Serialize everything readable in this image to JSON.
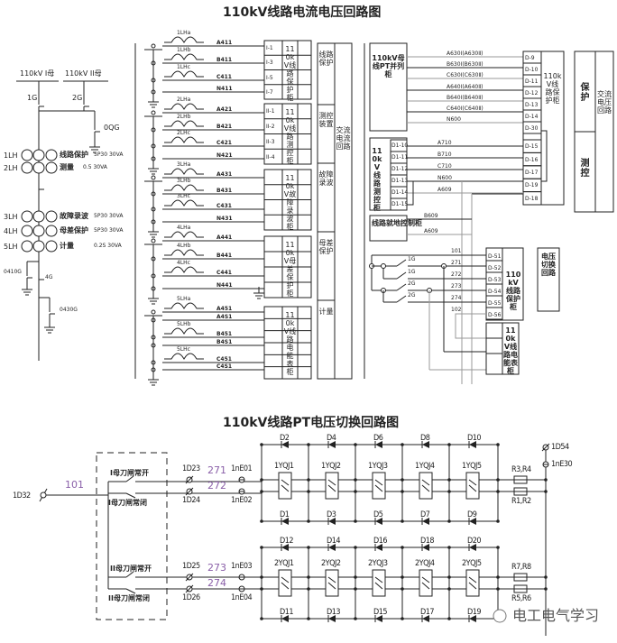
{
  "titles": {
    "main": "110kV线路电流电压回路图",
    "pt": "110kV线路PT电压切换回路图"
  },
  "single_line": {
    "bus1": "110kV I母",
    "bus2": "110kV II母",
    "sw1": "1G",
    "sw2": "2G",
    "sw0": "0QG",
    "ct": [
      {
        "id": "1LH",
        "desc": "线路保护",
        "spec": "5P30 30VA"
      },
      {
        "id": "2LH",
        "desc": "测量",
        "spec": "0.5 30VA"
      },
      {
        "id": "3LH",
        "desc": "故障录波",
        "spec": "5P30 30VA"
      },
      {
        "id": "4LH",
        "desc": "母差保护",
        "spec": "5P30 30VA"
      },
      {
        "id": "5LH",
        "desc": "计量",
        "spec": "0.2S 30VA"
      }
    ],
    "sw4": "4G",
    "sw0410": "0410G",
    "sw0430": "0430G"
  },
  "ct_groups": [
    {
      "coils": [
        "1LHa",
        "1LHb",
        "1LHc"
      ],
      "wires": [
        "A411",
        "B411",
        "C411",
        "N411"
      ],
      "terms": [
        "I-1",
        "I-3",
        "I-5",
        "I-7"
      ],
      "cabinet": "110kV线路保护柜",
      "function": "线路保护"
    },
    {
      "coils": [
        "2LHa",
        "2LHb",
        "2LHc"
      ],
      "wires": [
        "A421",
        "B421",
        "C421",
        "N421"
      ],
      "terms": [
        "II-1",
        "II-2",
        "II-3",
        "II-4"
      ],
      "cabinet": "110kV线路测控柜",
      "function": "测控装置"
    },
    {
      "coils": [
        "3LHa",
        "3LHb",
        "3LHc"
      ],
      "wires": [
        "A431",
        "B431",
        "C431",
        "N431"
      ],
      "terms": [
        "",
        "",
        "",
        ""
      ],
      "cabinet": "110kV故障录波柜",
      "function": "故障录波"
    },
    {
      "coils": [
        "4LHa",
        "4LHb",
        "4LHc"
      ],
      "wires": [
        "A441",
        "B441",
        "C441",
        "N441"
      ],
      "terms": [
        "",
        "",
        "",
        ""
      ],
      "cabinet": "110kV母差保护柜",
      "function": "母差保护"
    },
    {
      "coils": [
        "5LHa",
        "5LHb",
        "5LHc"
      ],
      "wires": [
        "A451",
        "A4S1",
        "B451",
        "B4S1",
        "C451",
        "C4S1"
      ],
      "terms": [
        "",
        "",
        "",
        "",
        "",
        ""
      ],
      "cabinet": "110kV线路电能表柜",
      "function": "计量"
    }
  ],
  "ct_circuit_label": "交流电流回路",
  "pt_panel": {
    "source_box": "110kV母线PT并列柜",
    "wires": [
      "A630Ⅰ(A630Ⅱ)",
      "B630Ⅰ(B630Ⅱ)",
      "C630Ⅰ(C630Ⅱ)",
      "A640Ⅰ(A640Ⅱ)",
      "B640Ⅰ(B640Ⅱ)",
      "C640Ⅰ(C640Ⅱ)",
      "N600"
    ],
    "terms": [
      "D-9",
      "D-10",
      "D-11",
      "D-12",
      "D-13",
      "D-14",
      "D-30",
      "D-15",
      "D-16",
      "D-17",
      "D-19",
      "D-18"
    ],
    "cabinet": "110kV线路保护柜",
    "meas_box": "110kV线路测控柜",
    "meas_terms": [
      "D1-10",
      "D1-11",
      "D1-12",
      "D1-13",
      "D1-14",
      "D1-15"
    ],
    "meas_wires": [
      "A710",
      "B710",
      "C710",
      "N600",
      "A609"
    ],
    "local_box": "线路就地控制柜",
    "local_wires": [
      "B609",
      "A609"
    ],
    "right_protect": "保护",
    "right_measure": "测控",
    "right_label": "交流电压回路"
  },
  "switching": {
    "wires": [
      "101",
      "271",
      "272",
      "273",
      "274",
      "102"
    ],
    "switches": [
      "1G",
      "1G",
      "2G",
      "2G"
    ],
    "terms": [
      "D-51",
      "D-52",
      "D-53",
      "D-54",
      "D-55",
      "D-56"
    ],
    "cabinet": "110kV线路保护柜",
    "meter_cabinet": "110kV线路电能表柜",
    "circuit_label": "电压切换回路"
  },
  "pt_switch": {
    "input_term": "1D32",
    "input_wire": "101",
    "contacts": [
      "I母刀闸常开",
      "I母刀闸常闭",
      "II母刀闸常开",
      "II母刀闸常闭"
    ],
    "terms": [
      "1D23",
      "1D24",
      "1D25",
      "1D26"
    ],
    "wires": [
      "271",
      "272",
      "273",
      "274"
    ],
    "plugs": [
      "1nE01",
      "1nE02",
      "1nE03",
      "1nE04"
    ],
    "relays_1": [
      "1YQJ1",
      "1YQJ2",
      "1YQJ3",
      "1YQJ4",
      "1YQJ5"
    ],
    "relays_2": [
      "2YQJ1",
      "2YQJ2",
      "2YQJ3",
      "2YQJ4",
      "2YQJ5"
    ],
    "diodes_1_top": [
      "D2",
      "D4",
      "D6",
      "D8",
      "D10"
    ],
    "diodes_1_bot": [
      "D1",
      "D3",
      "D5",
      "D7",
      "D9"
    ],
    "diodes_2_top": [
      "D12",
      "D14",
      "D16",
      "D18",
      "D20"
    ],
    "diodes_2_bot": [
      "D11",
      "D13",
      "D15",
      "D17",
      "D19"
    ],
    "resistors": [
      "R3,R4",
      "R1,R2",
      "R7,R8",
      "R5,R6"
    ],
    "out_term": "1D54",
    "out_plug": "1nE30"
  },
  "watermark": "电工电气学习"
}
